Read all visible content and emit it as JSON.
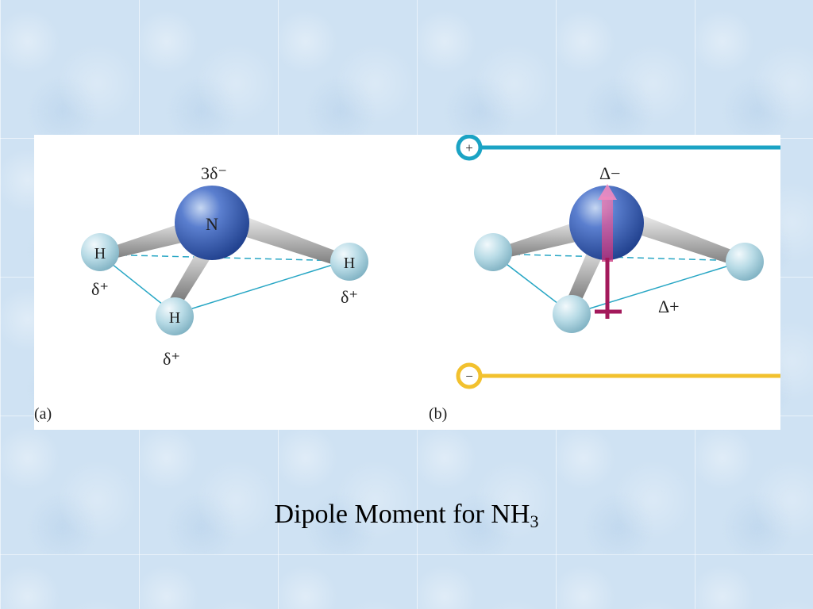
{
  "panel_a": {
    "label": "(a)",
    "n_charge": "3δ⁻",
    "n_atom": "N",
    "h_left": "H",
    "h_right": "H",
    "h_front": "H",
    "h_left_charge": "δ⁺",
    "h_right_charge": "δ⁺",
    "h_front_charge": "δ⁺"
  },
  "panel_b": {
    "label": "(b)",
    "positive_plate": "+",
    "negative_plate": "−",
    "delta_minus": "Δ−",
    "delta_plus": "Δ+"
  },
  "caption": {
    "text": "Dipole Moment for NH",
    "subscript": "3"
  },
  "colors": {
    "positive_plate": "#1ba3c4",
    "negative_plate": "#f2c12e",
    "dipole_arrow": "#a3195b",
    "bond_line": "#27a6c4"
  }
}
